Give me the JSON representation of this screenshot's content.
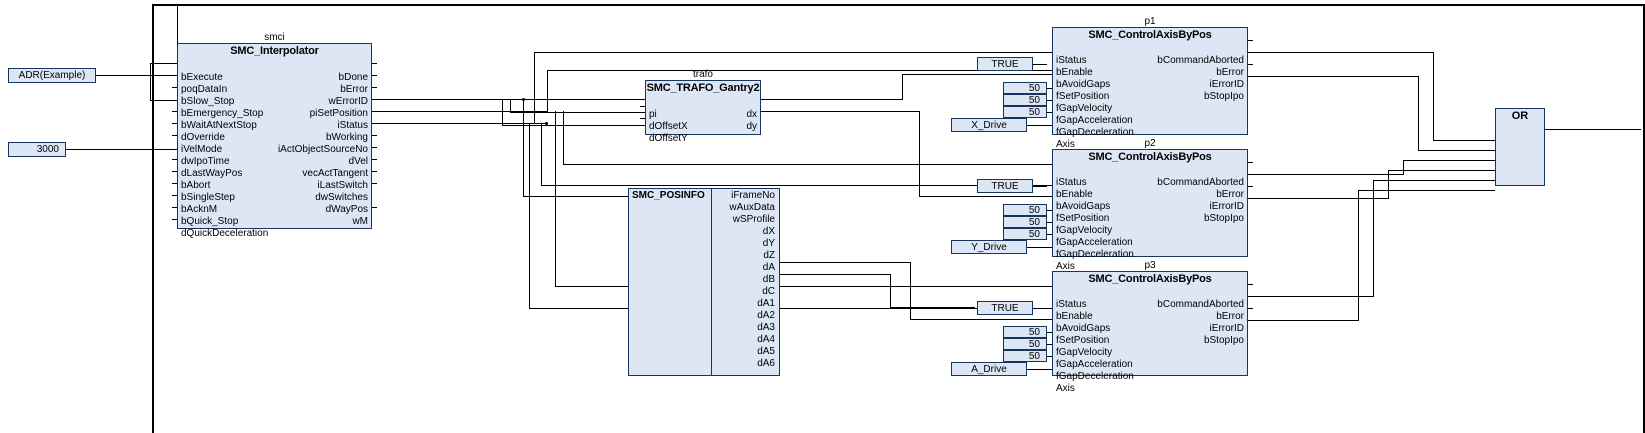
{
  "diagram": {
    "type": "function-block-diagram",
    "language": "CFC",
    "blocks": [
      {
        "id": "smci",
        "instance": "smci",
        "type": "SMC_Interpolator",
        "inputs": [
          "bExecute",
          "poqDataIn",
          "bSlow_Stop",
          "bEmergency_Stop",
          "bWaitAtNextStop",
          "dOverride",
          "iVelMode",
          "dwIpoTime",
          "dLastWayPos",
          "bAbort",
          "bSingleStep",
          "bAcknM",
          "bQuick_Stop",
          "dQuickDeceleration"
        ],
        "outputs": [
          "bDone",
          "bError",
          "wErrorID",
          "piSetPosition",
          "iStatus",
          "bWorking",
          "iActObjectSourceNo",
          "dVel",
          "vecActTangent",
          "iLastSwitch",
          "dwSwitches",
          "dWayPos",
          "wM"
        ]
      },
      {
        "id": "trafo",
        "instance": "trafo",
        "type": "SMC_TRAFO_Gantry2",
        "inputs": [
          "pi",
          "dOffsetX",
          "dOffsetY"
        ],
        "outputs": [
          "dx",
          "dy"
        ]
      },
      {
        "id": "posinfo",
        "instance": "",
        "type": "SMC_POSINFO",
        "inputs": [],
        "outputs": [
          "iFrameNo",
          "wAuxData",
          "wSProfile",
          "dX",
          "dY",
          "dZ",
          "dA",
          "dB",
          "dC",
          "dA1",
          "dA2",
          "dA3",
          "dA4",
          "dA5",
          "dA6"
        ]
      },
      {
        "id": "p1",
        "instance": "p1",
        "type": "SMC_ControlAxisByPos",
        "inputs": [
          "iStatus",
          "bEnable",
          "bAvoidGaps",
          "fSetPosition",
          "fGapVelocity",
          "fGapAcceleration",
          "fGapDeceleration",
          "Axis"
        ],
        "outputs": [
          "bCommandAborted",
          "bError",
          "iErrorID",
          "bStopIpo"
        ]
      },
      {
        "id": "p2",
        "instance": "p2",
        "type": "SMC_ControlAxisByPos",
        "inputs": [
          "iStatus",
          "bEnable",
          "bAvoidGaps",
          "fSetPosition",
          "fGapVelocity",
          "fGapAcceleration",
          "fGapDeceleration",
          "Axis"
        ],
        "outputs": [
          "bCommandAborted",
          "bError",
          "iErrorID",
          "bStopIpo"
        ]
      },
      {
        "id": "p3",
        "instance": "p3",
        "type": "SMC_ControlAxisByPos",
        "inputs": [
          "iStatus",
          "bEnable",
          "bAvoidGaps",
          "fSetPosition",
          "fGapVelocity",
          "fGapAcceleration",
          "fGapDeceleration",
          "Axis"
        ],
        "outputs": [
          "bCommandAborted",
          "bError",
          "iErrorID",
          "bStopIpo"
        ]
      },
      {
        "id": "or",
        "instance": "",
        "type": "OR",
        "inputs": [
          "",
          "",
          "",
          "",
          "",
          ""
        ],
        "outputs": [
          ""
        ]
      }
    ],
    "constants": {
      "adr_example": "ADR(Example)",
      "ipo_time": "3000",
      "true_1": "TRUE",
      "true_2": "TRUE",
      "true_3": "TRUE",
      "gap_velocity_1": "50",
      "gap_acceleration_1": "50",
      "gap_deceleration_1": "50",
      "gap_velocity_2": "50",
      "gap_acceleration_2": "50",
      "gap_deceleration_2": "50",
      "gap_velocity_3": "50",
      "gap_acceleration_3": "50",
      "gap_deceleration_3": "50",
      "axis_1": "X_Drive",
      "axis_2": "Y_Drive",
      "axis_3": "A_Drive"
    },
    "colors": {
      "block_fill": "#dce6f5",
      "block_border": "#17365d",
      "wire": "#000000",
      "background": "#ffffff"
    }
  }
}
